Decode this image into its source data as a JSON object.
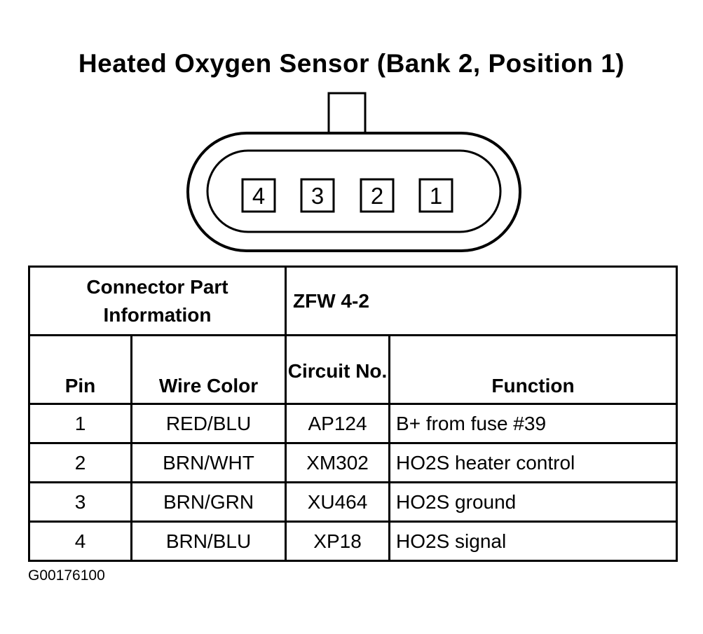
{
  "title": "Heated Oxygen Sensor (Bank 2, Position 1)",
  "connector_pins": [
    "4",
    "3",
    "2",
    "1"
  ],
  "part_info": {
    "label": "Connector Part Information",
    "value": "ZFW 4-2"
  },
  "headers": {
    "pin": "Pin",
    "wire_color": "Wire Color",
    "circuit_no": "Circuit No.",
    "function": "Function"
  },
  "rows": [
    {
      "pin": "1",
      "wire_color": "RED/BLU",
      "circuit": "AP124",
      "function": "B+ from fuse #39"
    },
    {
      "pin": "2",
      "wire_color": "BRN/WHT",
      "circuit": "XM302",
      "function": "HO2S heater control"
    },
    {
      "pin": "3",
      "wire_color": "BRN/GRN",
      "circuit": "XU464",
      "function": "HO2S ground"
    },
    {
      "pin": "4",
      "wire_color": "BRN/BLU",
      "circuit": "XP18",
      "function": "HO2S signal"
    }
  ],
  "figure_id": "G00176100"
}
